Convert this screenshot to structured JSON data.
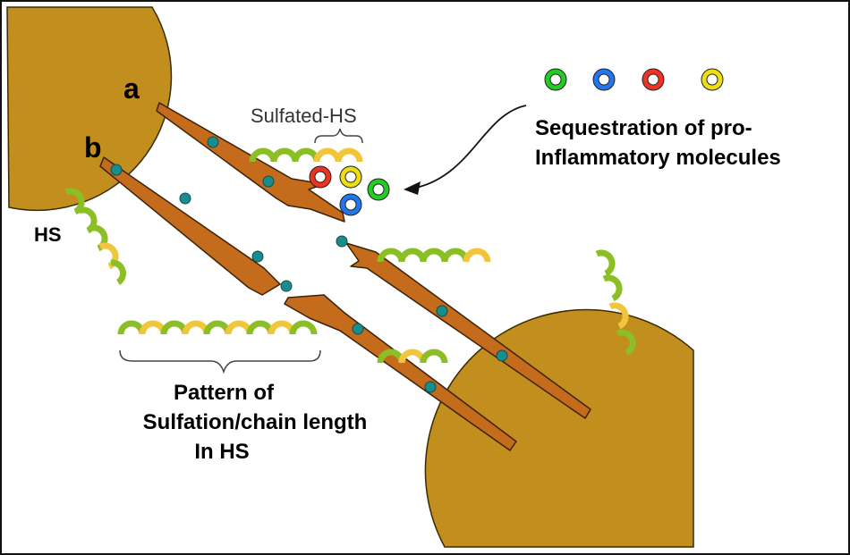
{
  "labels": {
    "fiber_a": "a",
    "fiber_b": "b",
    "hs": "HS",
    "sulfated_hs": "Sulfated-HS",
    "sequestration_line1": "Sequestration of pro-",
    "sequestration_line2": "Inflammatory molecules",
    "pattern_line1": "Pattern of",
    "pattern_line2": "Sulfation/chain length",
    "pattern_line3": "In HS"
  },
  "colors": {
    "cell": "#c28e1d",
    "fiber": "#c56b1c",
    "fiber_outline": "#3b2208",
    "node": "#1a8c8c",
    "hs_green": "#8cbf26",
    "hs_yellow": "#f2c63c",
    "ring_green": "#22cc22",
    "ring_blue": "#2277ee",
    "ring_red": "#ee3322",
    "ring_yellow": "#eedd11"
  },
  "legend_rings": [
    "ring_green",
    "ring_blue",
    "ring_red",
    "ring_yellow"
  ],
  "cluster_rings": [
    "ring_red",
    "ring_yellow",
    "ring_blue",
    "ring_green"
  ]
}
